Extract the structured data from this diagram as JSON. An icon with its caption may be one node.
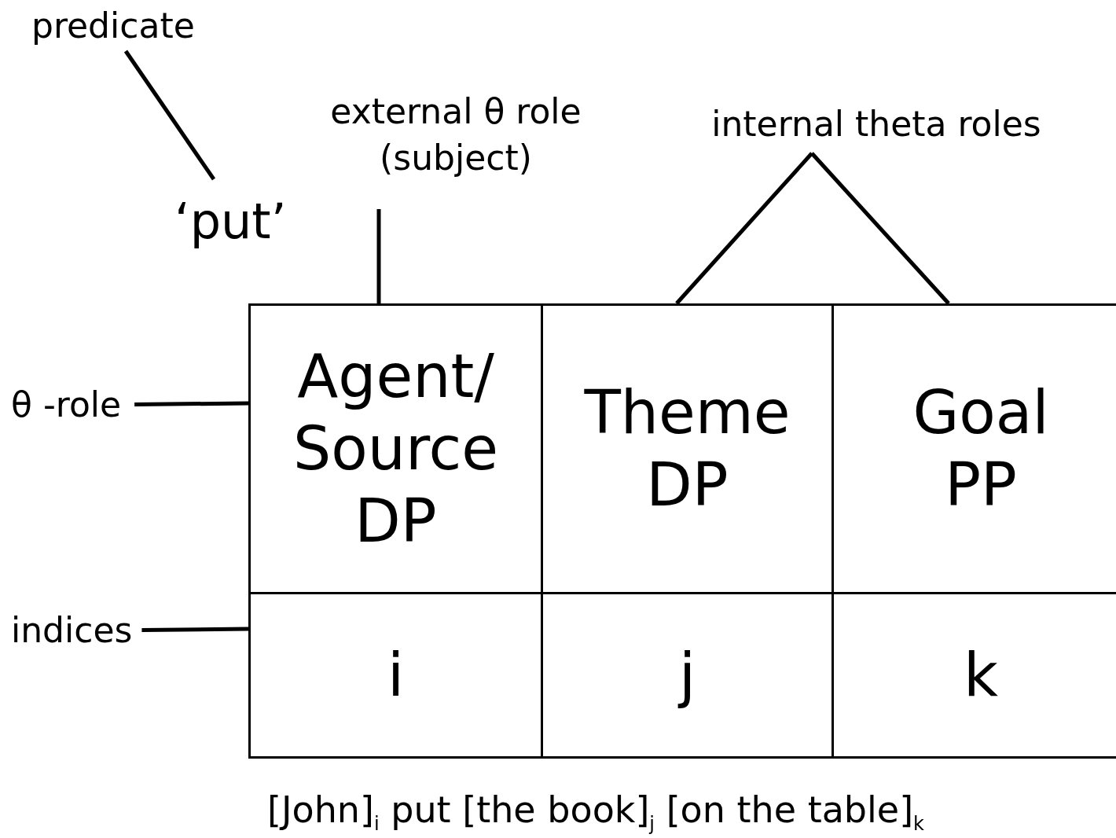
{
  "diagram": {
    "caption": "[John]$_{i}$ put [the book]$_{j}$  [on the table]$_{k}$",
    "nodes": [
      {
        "text": [
          "predicate"
        ]
      },
      {
        "text": [
          "‘put’"
        ]
      },
      {
        "text": [
          "external θ role (subject)"
        ]
      },
      {
        "text": [
          "internal theta roles"
        ]
      },
      {
        "text": [
          "θ -role"
        ]
      },
      {
        "text": [
          "indices"
        ]
      },
      {
        "text": [
          "Agent/ Source",
          "DP"
        ]
      },
      {
        "text": [
          "Theme",
          "DP"
        ]
      },
      {
        "text": [
          "Goal",
          "PP"
        ]
      },
      {
        "text": [
          "i"
        ]
      },
      {
        "text": [
          "j"
        ]
      },
      {
        "text": [
          "k"
        ]
      }
    ],
    "edges": [
      {
        "from": 0,
        "to": 1,
        "arrow": "none"
      },
      {
        "from": 2,
        "to": 6,
        "arrow": "none"
      },
      {
        "from": 3,
        "to": 7,
        "arrow": "none"
      },
      {
        "from": 3,
        "to": 8,
        "arrow": "none"
      },
      {
        "from": 4,
        "to": 6,
        "arrow": "none"
      },
      {
        "from": 5,
        "to": 9,
        "arrow": "none"
      }
    ]
  }
}
